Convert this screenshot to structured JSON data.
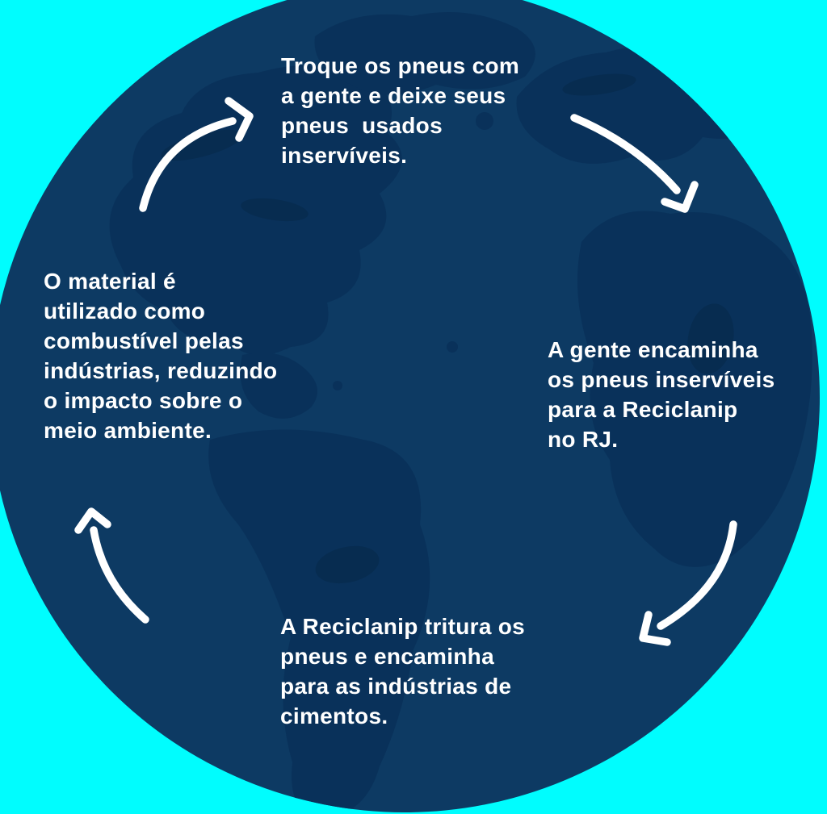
{
  "colors": {
    "background": "#00FDFE",
    "globe_ocean": "#0D3A63",
    "globe_land": "#09315A",
    "globe_land_detail": "#072C50",
    "text": "#FFFFFF",
    "arrow": "#FFFFFF"
  },
  "cycle": {
    "description": "tire recycling cycle infographic on globe",
    "steps": [
      {
        "position": "top",
        "text": "Troque os pneus com\na gente e deixe seus\npneus  usados\ninservíveis."
      },
      {
        "position": "right",
        "text": "A gente encaminha\nos pneus inservíveis\npara a Reciclanip\nno RJ."
      },
      {
        "position": "bottom",
        "text": "A Reciclanip tritura os\npneus e encaminha\npara as indústrias de\ncimentos."
      },
      {
        "position": "left",
        "text": "O material é\nutilizado como\ncombustível pelas\nindústrias, reduzindo\no impacto sobre o\nmeio ambiente."
      }
    ],
    "arrows": [
      "curved-arrow-up-right-icon",
      "curved-arrow-down-right-icon",
      "curved-arrow-down-left-icon",
      "curved-arrow-up-left-icon"
    ]
  }
}
